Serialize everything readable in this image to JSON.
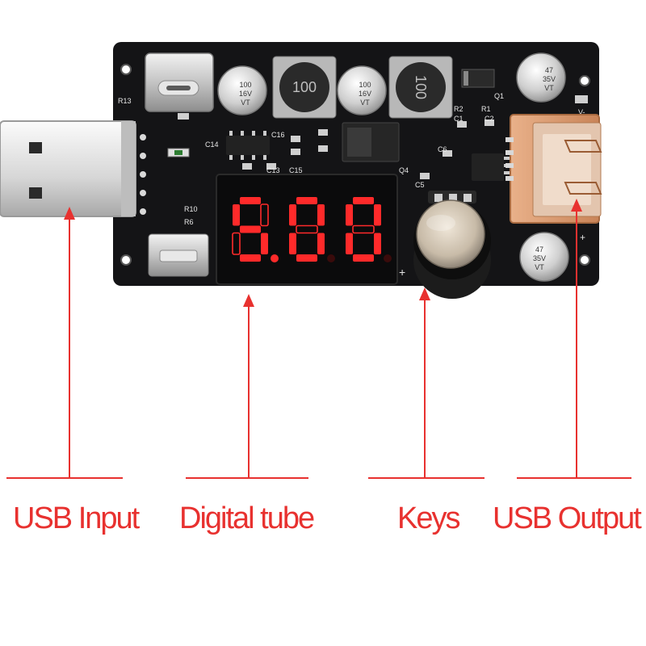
{
  "colors": {
    "pcb": "#141416",
    "callout": "#e8312f",
    "segment_on": "#ff2a2a",
    "silver": "#c9c9c9",
    "copper_usb": "#d99a6a"
  },
  "board": {
    "silkscreen": {
      "r13": "R13",
      "c14": "C14",
      "c13": "C13",
      "c15": "C15",
      "c16": "C16",
      "r10": "R10",
      "r6": "R6",
      "q4": "Q4",
      "c5": "C5",
      "c6": "C6",
      "r2": "R2",
      "r1": "R1",
      "c1": "C1",
      "c2": "C2",
      "q1": "Q1",
      "v_minus": "V-",
      "plus": "+",
      "e_plus": "+"
    },
    "inductor_1_marking": "100",
    "inductor_2_marking": "100",
    "cap_1": [
      "100",
      "16V",
      "VT"
    ],
    "cap_2": [
      "100",
      "16V",
      "VT"
    ],
    "cap_3": [
      "47",
      "35V",
      "VT"
    ],
    "cap_4": [
      "47",
      "35V",
      "VT"
    ],
    "display_reading": [
      "5",
      "0",
      "0"
    ]
  },
  "callouts": [
    {
      "label": "USB Input"
    },
    {
      "label": "Digital tube"
    },
    {
      "label": "Keys"
    },
    {
      "label": "USB Output"
    }
  ]
}
